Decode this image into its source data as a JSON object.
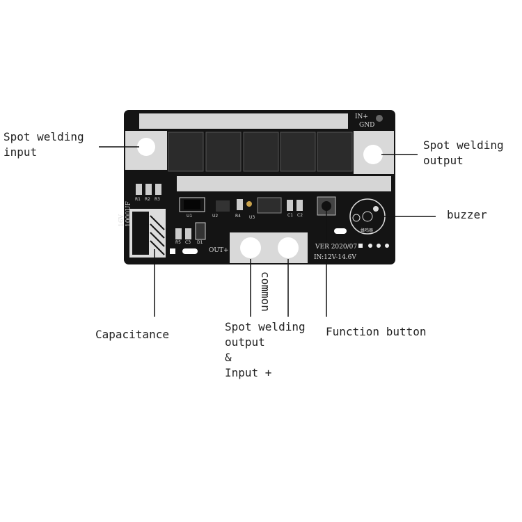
{
  "labels": {
    "spot_input": "Spot welding\ninput",
    "spot_output_right": "Spot welding\noutput",
    "buzzer": "buzzer",
    "capacitance": "Capacitance",
    "common": "common",
    "spot_output_input": "Spot welding\noutput\n&\nInput +",
    "function_button": "Function button"
  },
  "board": {
    "in_plus": "IN+",
    "gnd": "GND",
    "out_plus": "OUT+",
    "version": "VER 2020/07",
    "voltage": "IN:12V-14.6V",
    "cap_rating": "16V\n1000UF",
    "buzzer_cn": "蜂鸣器",
    "resistors": [
      "R1",
      "R2",
      "R3"
    ],
    "r4": "R4",
    "r5": "R5",
    "c3": "C3",
    "d1": "D1",
    "u1": "U1",
    "u2": "U2",
    "u3": "U3",
    "c1": "C1",
    "c2": "C2"
  },
  "colors": {
    "pcb": "#141414",
    "pad": "#d8d8d8",
    "mosfet": "#2a2a2a",
    "line": "#111111"
  }
}
